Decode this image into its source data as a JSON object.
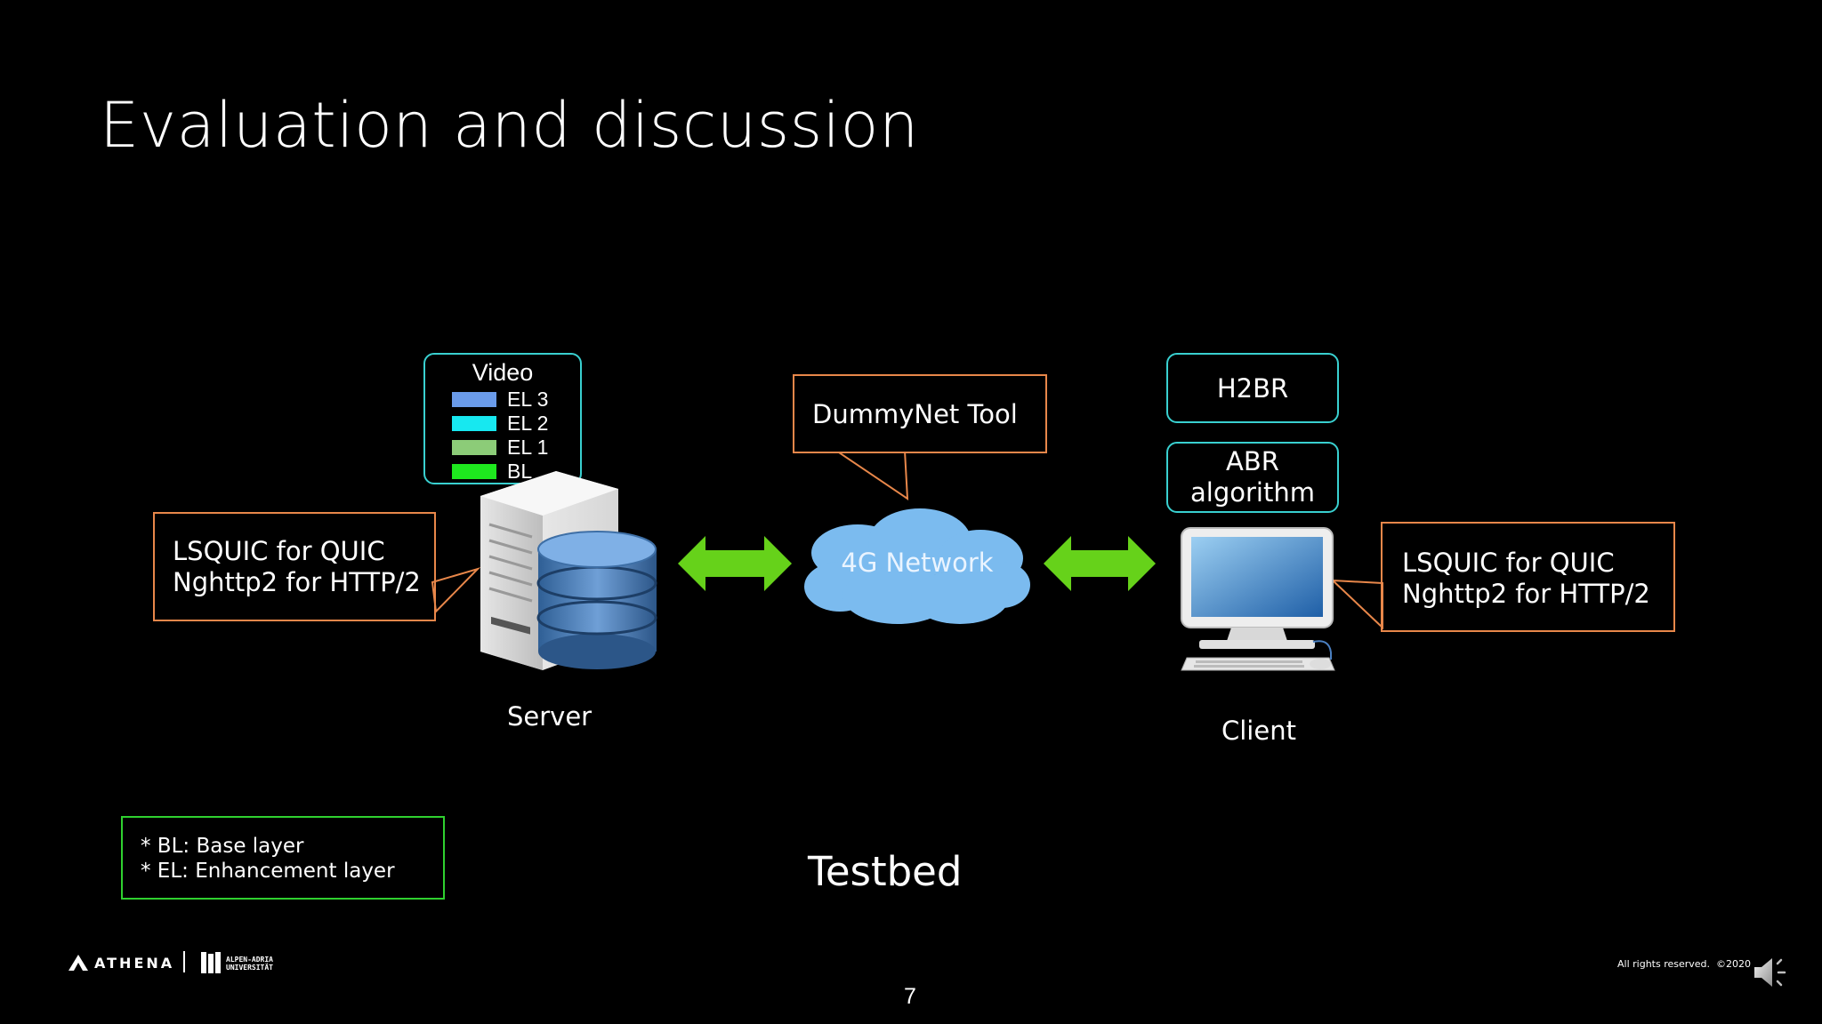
{
  "slide": {
    "title": "Evaluation and discussion",
    "caption": "Testbed",
    "page_number": "7"
  },
  "video_box": {
    "heading": "Video",
    "layers": [
      {
        "label": "EL 3",
        "color": "#6a9bea"
      },
      {
        "label": "EL 2",
        "color": "#17e8f0"
      },
      {
        "label": "EL 1",
        "color": "#8ccc78"
      },
      {
        "label": "BL",
        "color": "#1ee81e"
      }
    ]
  },
  "server_callout": {
    "line1": "LSQUIC for QUIC",
    "line2": "Nghttp2 for HTTP/2"
  },
  "client_callout": {
    "line1": "LSQUIC for QUIC",
    "line2": "Nghttp2 for HTTP/2"
  },
  "dummynet": {
    "label": "DummyNet Tool"
  },
  "network": {
    "label": "4G Network"
  },
  "h2br": {
    "label": "H2BR"
  },
  "abr": {
    "line1": "ABR",
    "line2": "algorithm"
  },
  "server_label": "Server",
  "client_label": "Client",
  "notes": {
    "bl": "* BL: Base layer",
    "el": "* EL: Enhancement layer"
  },
  "footer": {
    "athena": "ATHENA",
    "university_line1": "ALPEN-ADRIA",
    "university_line2": "UNIVERSITÄT",
    "rights": "All rights reserved.  ©2020"
  },
  "colors": {
    "accent_orange": "#e8874a",
    "accent_cyan": "#39d0d0",
    "arrow_green": "#66d21a",
    "cloud_blue": "#7bbbef",
    "note_green": "#2fd12f"
  },
  "icons": [
    "server-icon",
    "database-icon",
    "cloud-icon",
    "computer-icon",
    "speaker-icon",
    "athena-logo-icon",
    "university-logo-icon"
  ]
}
